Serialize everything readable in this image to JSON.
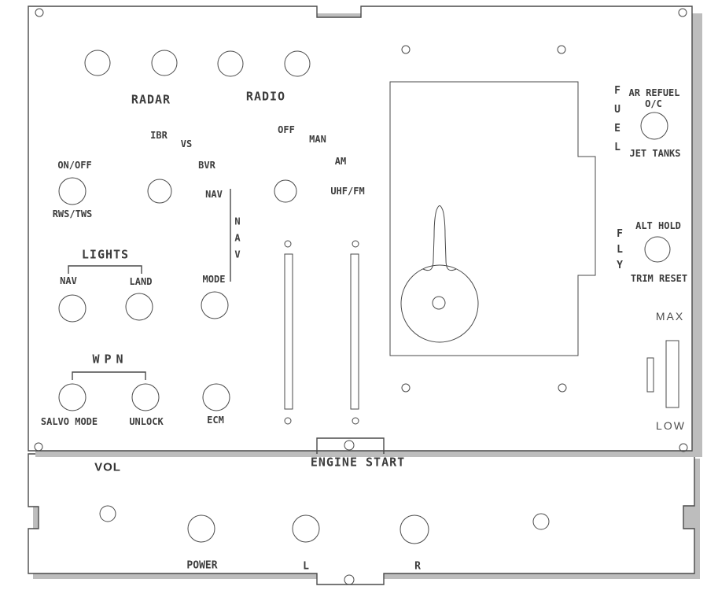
{
  "drawing": {
    "radar": {
      "title": "RADAR",
      "ibr": "IBR",
      "vs": "VS",
      "bvr": "BVR",
      "nav": "NAV",
      "on_off": "ON/OFF",
      "rws_tws": "RWS/TWS"
    },
    "radio": {
      "title": "RADIO",
      "off": "OFF",
      "man": "MAN",
      "am": "AM",
      "uhf_fm": "UHF/FM"
    },
    "nav": {
      "vertical": "NAV",
      "mode": "MODE"
    },
    "lights": {
      "title": "LIGHTS",
      "nav": "NAV",
      "land": "LAND"
    },
    "wpn": {
      "title": "WPN",
      "salvo_mode": "SALVO MODE",
      "unlock": "UNLOCK",
      "ecm": "ECM"
    },
    "fuel": {
      "vertical": "FUEL",
      "ar_refuel": "AR REFUEL",
      "oc": "O/C",
      "jet_tanks": "JET TANKS"
    },
    "fly": {
      "vertical": "FLY",
      "alt_hold": "ALT HOLD",
      "trim_reset": "TRIM RESET"
    },
    "throttle": {
      "max": "MAX",
      "low": "LOW"
    },
    "bottom": {
      "vol": "VOL",
      "engine_start": "ENGINE START",
      "power": "POWER",
      "l": "L",
      "r": "R"
    }
  },
  "colors": {
    "line": "#4a4a4a",
    "panel_fill": "#ffffff",
    "shadow": "#bdbdbd",
    "cad_text": "#3d3d3d",
    "annotation_text": "#4d4d4d",
    "background": "#ffffff"
  }
}
